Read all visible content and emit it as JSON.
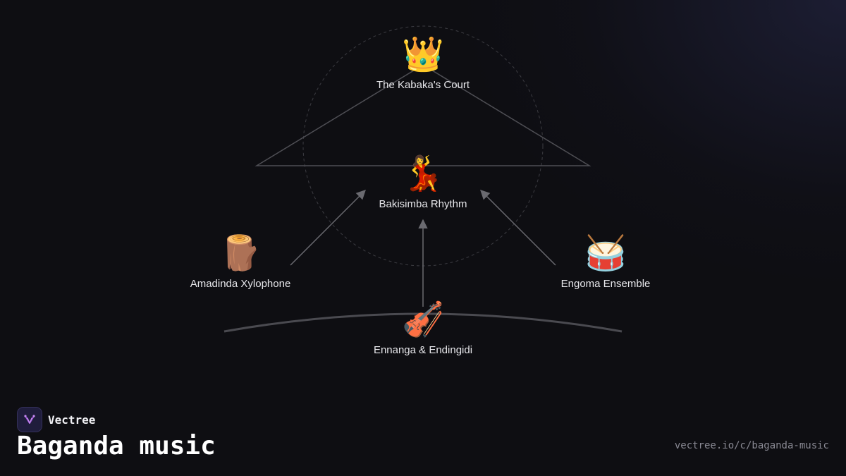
{
  "nodes": {
    "court": {
      "emoji": "👑",
      "label": "The Kabaka's Court"
    },
    "rhythm": {
      "emoji": "💃",
      "label": "Bakisimba Rhythm"
    },
    "xylophone": {
      "emoji": "🪵",
      "label": "Amadinda Xylophone"
    },
    "drums": {
      "emoji": "🥁",
      "label": "Engoma Ensemble"
    },
    "strings": {
      "emoji": "🎻",
      "label": "Ennanga & Endingidi"
    }
  },
  "brand": {
    "name": "Vectree",
    "logo_icon": "vectree-logo-icon"
  },
  "page": {
    "title": "Baganda music",
    "url": "vectree.io/c/baganda-music"
  },
  "colors": {
    "background": "#0e0e12",
    "accent": "#a05ad8",
    "line": "#5a5a60"
  }
}
